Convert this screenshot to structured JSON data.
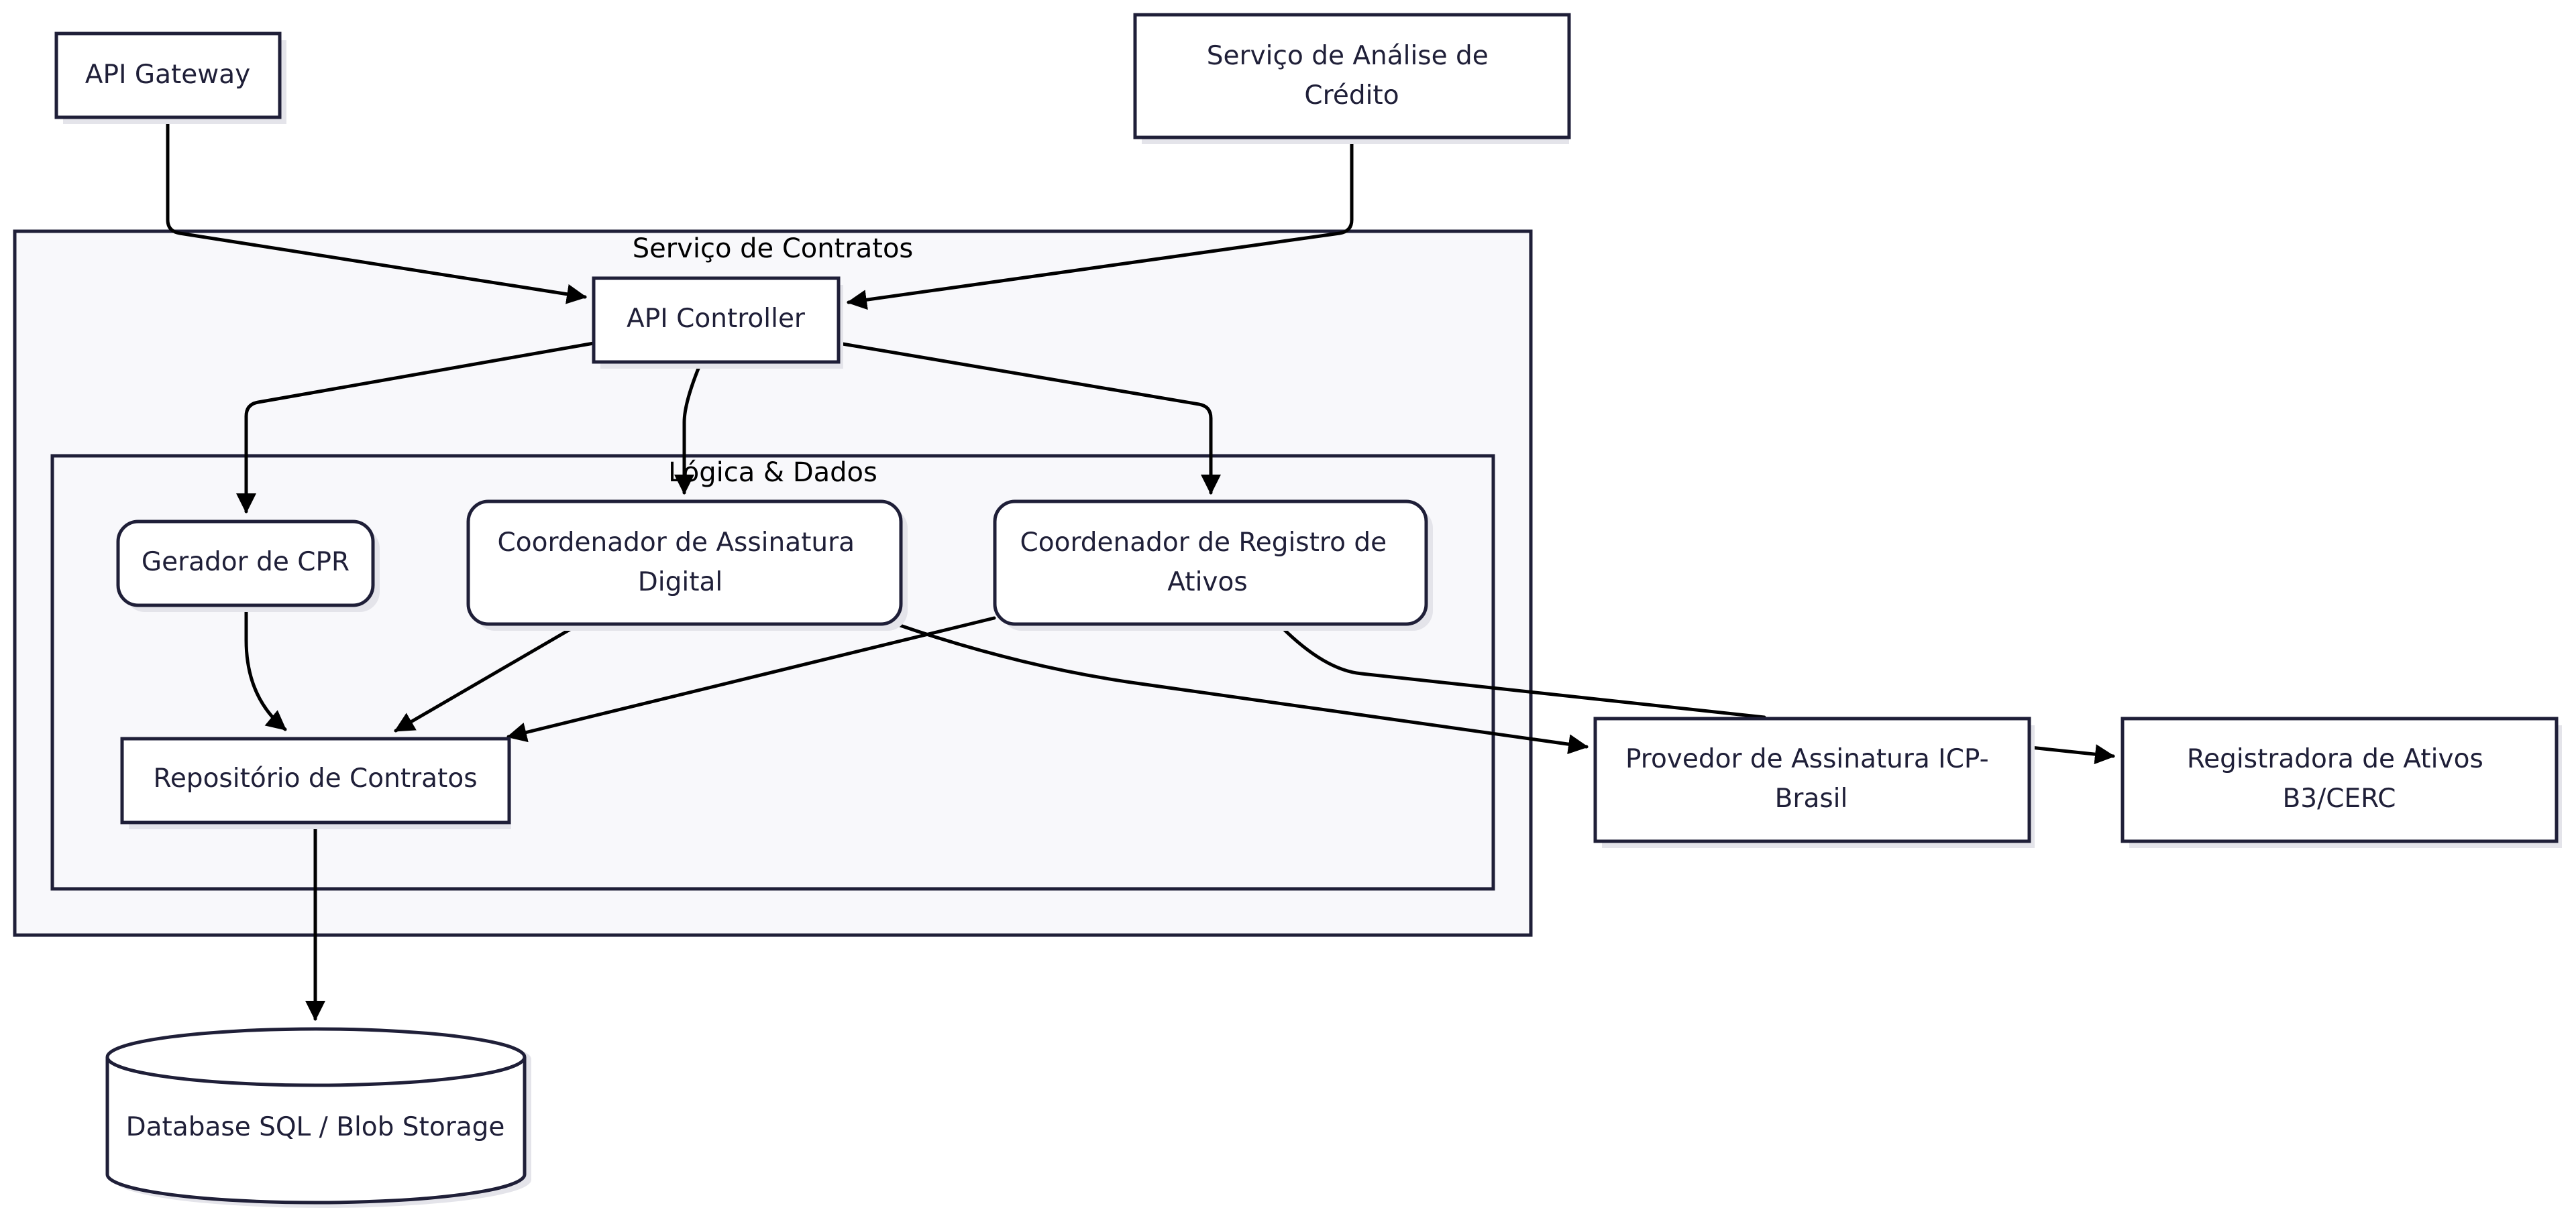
{
  "clusters": {
    "contract_service": "Serviço de Contratos",
    "logic_data": "Lógica & Dados"
  },
  "nodes": {
    "api_gateway": [
      "API Gateway"
    ],
    "credit_analysis": [
      "Serviço de Análise de",
      "Crédito"
    ],
    "api_controller": [
      "API Controller"
    ],
    "cpr_generator": [
      "Gerador de CPR"
    ],
    "signature_coordinator": [
      "Coordenador de Assinatura",
      "Digital"
    ],
    "asset_registry_coordinator": [
      "Coordenador de Registro de",
      "Ativos"
    ],
    "contract_repository": [
      "Repositório de Contratos"
    ],
    "database": [
      "Database SQL / Blob Storage"
    ],
    "icp_signature_provider": [
      "Provedor de Assinatura ICP-",
      "Brasil"
    ],
    "asset_registrar": [
      "Registradora de Ativos",
      "B3/CERC"
    ]
  },
  "edges": [
    {
      "from": "api_gateway",
      "to": "api_controller"
    },
    {
      "from": "credit_analysis",
      "to": "api_controller"
    },
    {
      "from": "api_controller",
      "to": "cpr_generator"
    },
    {
      "from": "api_controller",
      "to": "signature_coordinator"
    },
    {
      "from": "api_controller",
      "to": "asset_registry_coordinator"
    },
    {
      "from": "cpr_generator",
      "to": "contract_repository"
    },
    {
      "from": "signature_coordinator",
      "to": "contract_repository"
    },
    {
      "from": "asset_registry_coordinator",
      "to": "contract_repository"
    },
    {
      "from": "signature_coordinator",
      "to": "icp_signature_provider"
    },
    {
      "from": "asset_registry_coordinator",
      "to": "icp_signature_provider"
    },
    {
      "from": "icp_signature_provider",
      "to": "asset_registrar"
    },
    {
      "from": "contract_repository",
      "to": "database"
    }
  ],
  "colors": {
    "node_stroke": "#1f1f38",
    "cluster_fill": "#f8f8fb",
    "edge": "#000000"
  }
}
